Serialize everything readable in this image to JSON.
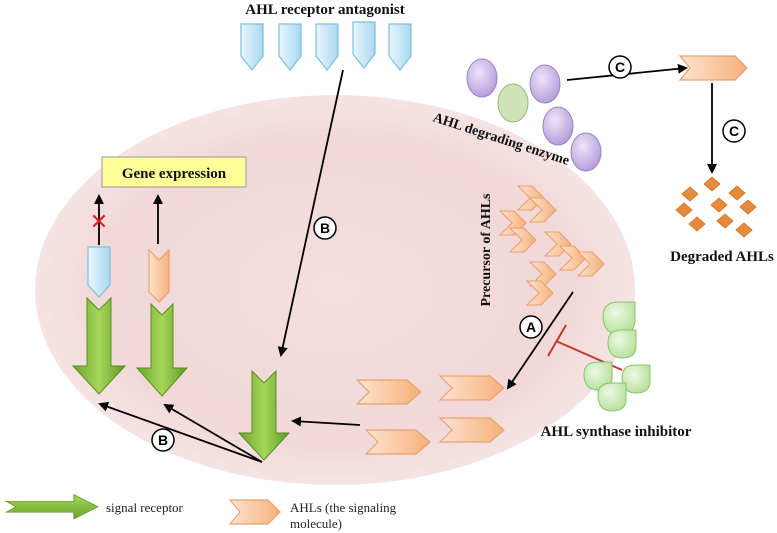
{
  "labels": {
    "antagonist": "AHL receptor antagonist",
    "gene_expression": "Gene expression",
    "degrading_enzyme": "AHL degrading enzyme",
    "degraded": "Degraded AHLs",
    "precursor": "Precursor of AHLs",
    "synthase_inhibitor": "AHL synthase inhibitor"
  },
  "markers": {
    "a": "A",
    "b": "B",
    "c": "C"
  },
  "legend": {
    "receptor": "signal receptor",
    "ahl_line1": "AHLs (the signaling",
    "ahl_line2": "molecule)"
  },
  "block_symbol": "✕",
  "colors": {
    "cell": "#f7e3e3",
    "receptor_green": "#7fb935",
    "antagonist_blue": "#c7e6f6",
    "ahl_orange": "#f9c7a0",
    "enzyme_purple": "#cdb8e6",
    "enzyme_green": "#cfe3b8",
    "inhibitor_green": "#d4efc2",
    "degraded_orange": "#e68a3c",
    "gene_box": "#ffff99",
    "block_red": "#e02020",
    "inhibit_line": "#c0392b"
  }
}
